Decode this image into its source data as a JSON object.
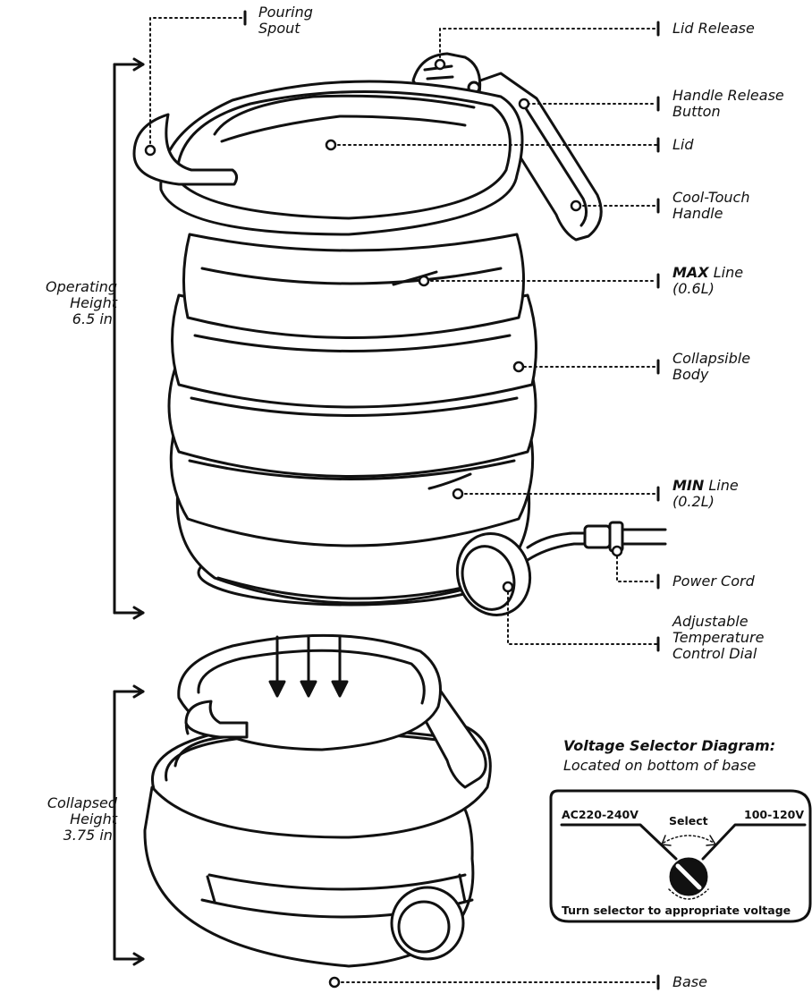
{
  "labels": {
    "pouring_spout": [
      "Pouring",
      "Spout"
    ],
    "lid_release": "Lid Release",
    "handle_release": [
      "Handle Release",
      "Button"
    ],
    "lid": "Lid",
    "cool_touch_handle": [
      "Cool-Touch",
      "Handle"
    ],
    "max_line": {
      "bold": "MAX",
      "rest": " Line",
      "sub": "(0.6L)"
    },
    "collapsible_body": [
      "Collapsible",
      "Body"
    ],
    "min_line": {
      "bold": "MIN",
      "rest": " Line",
      "sub": "(0.2L)"
    },
    "power_cord": "Power Cord",
    "temp_dial": [
      "Adjustable",
      "Temperature",
      "Control Dial"
    ],
    "base": "Base"
  },
  "heights": {
    "operating": [
      "Operating",
      "Height",
      "6.5 in."
    ],
    "collapsed": [
      "Collapsed",
      "Height",
      "3.75 in."
    ]
  },
  "voltage_selector": {
    "title": "Voltage Selector Diagram:",
    "subtitle": "Located on bottom of base",
    "left_voltage": "AC220-240V",
    "right_voltage": "100-120V",
    "select": "Select",
    "instruction": "Turn selector to appropriate voltage"
  }
}
